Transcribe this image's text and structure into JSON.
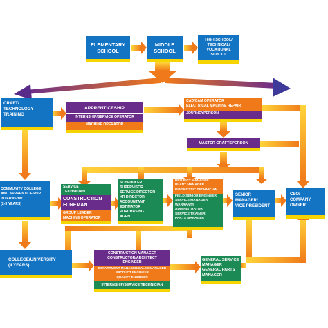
{
  "nodes": {
    "elementary": [
      "ELEMENTARY",
      "SCHOOL"
    ],
    "middle": [
      "MIDDLE",
      "SCHOOL"
    ],
    "high": [
      "HIGH SCHOOL/",
      "TECHNICAL/",
      "VOCATIONAL",
      "SCHOOL"
    ],
    "craft": [
      "CRAFT/",
      "TECHNOLOGY",
      "TRAINING"
    ],
    "apprenticeship": {
      "title": "APPRENTICESHIP",
      "items": [
        "INTERNSHIP/SERVICE OPERATOR",
        "MACHINE OPERATOR"
      ]
    },
    "cad": {
      "title": [
        "CAD/CAM OPERATOR",
        "ELECTRICAL MACHINE REPAIR"
      ],
      "subtitle": "JOURNEYPERSON"
    },
    "master": "MASTER CRAFTSPERSON",
    "community": [
      "COMMUNITY COLLEGE",
      "AND APPRENTICESHIP",
      "INTERNSHIP",
      "(2-3 YEARS)"
    ],
    "service": {
      "top": [
        "SERVICE",
        "TECHNICIAN"
      ],
      "foreman": [
        "CONSTRUCTION",
        "FOREMAN"
      ],
      "group": [
        "GROUP LEADER",
        "MACHINE OPERATOR"
      ]
    },
    "scheduler": [
      "SCHEDULER",
      "SUPERVISOR",
      "SERVICE DIRECTOR",
      "HR DIRECTOR",
      "ACCOUNTANT",
      "ESTIMATOR",
      "PURCHASING",
      "AGENT"
    ],
    "project": {
      "top": [
        "PROJECT MANAGER",
        "PLANT MANAGER",
        "DIAGNOSTIC TECHNICIAN"
      ],
      "bottom": [
        "FIELD SENIOR ENGINEER",
        "SERVICE MANAGER",
        "WARRANTY",
        "ADMINISTRATOR",
        "SERVICE TRAINER",
        "PARTS MANAGER"
      ]
    },
    "senior": [
      "SENIOR",
      "MANAGER/",
      "VICE PRESIDENT"
    ],
    "ceo": [
      "CEO/",
      "COMPANY",
      "OWNER"
    ],
    "college": [
      "COLLEGE/UNIVERSITY",
      "(4 YEARS)"
    ],
    "construction": {
      "top": [
        "CONSTRUCTION MANAGER",
        "CONSTRUCTOR/ARCHITECT",
        "ENGINEER"
      ],
      "middle": [
        "DEPARTMENT MANAGER/SALES MANAGER",
        "PRODUCT ENGINEER",
        "QUALITY ENGINEER"
      ],
      "bottom": "INTERNSHIP/SERVICE TECHNICIAN"
    },
    "general": [
      "GENERAL SERVICE",
      "MANAGER",
      "GENERAL PARTS",
      "MANAGER"
    ]
  },
  "colors": {
    "blue": "#1474c4",
    "purple": "#6a2c8a",
    "green": "#1c8a55",
    "orange": "#f07a1a",
    "yellow": "#f5d400"
  }
}
